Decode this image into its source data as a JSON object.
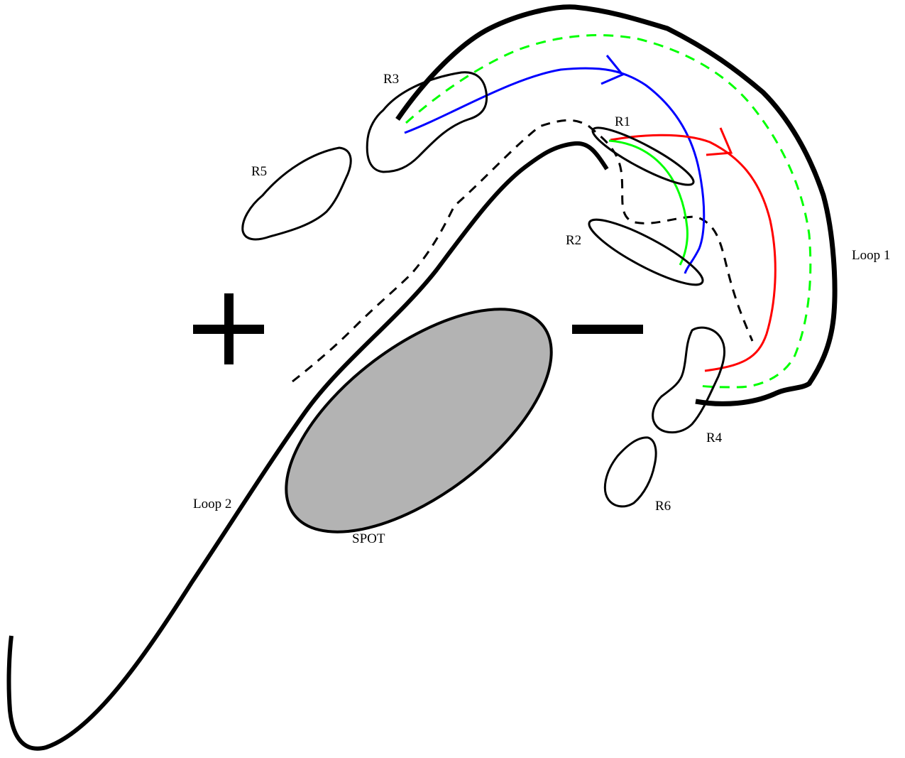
{
  "labels": {
    "r1": "R1",
    "r2": "R2",
    "r3": "R3",
    "r4": "R4",
    "r5": "R5",
    "r6": "R6",
    "loop1": "Loop 1",
    "loop2": "Loop 2",
    "spot": "SPOT"
  },
  "colors": {
    "outline": "#000000",
    "spot_fill": "#b3b3b3",
    "blue_path": "#0000ff",
    "red_path": "#ff0000",
    "green_path": "#00ff00",
    "green_dashed": "#00ff00",
    "black_dashed": "#000000"
  },
  "polarity": {
    "positive": "plus-sign",
    "negative": "minus-sign"
  }
}
